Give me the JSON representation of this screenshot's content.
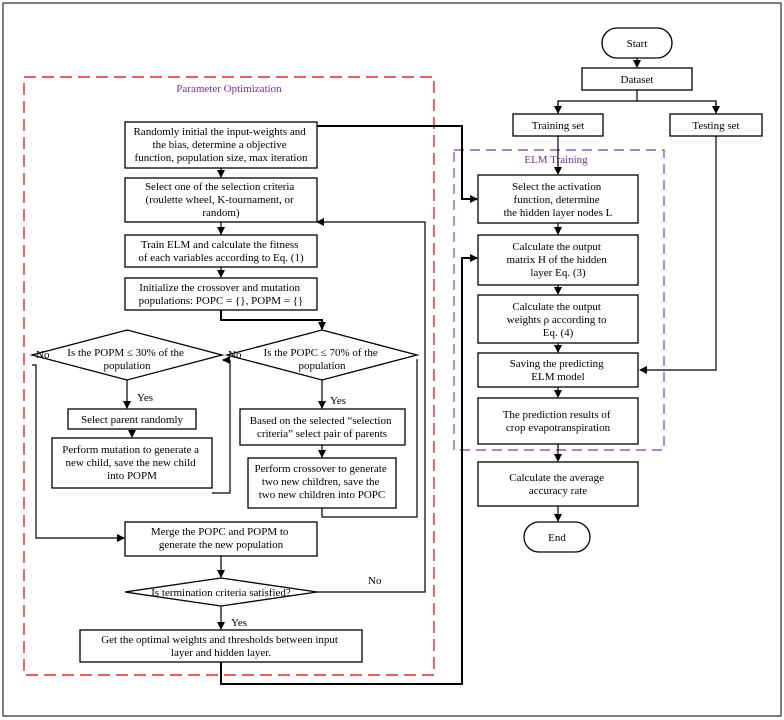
{
  "regions": {
    "parameter_optimization": "Parameter Optimization",
    "elm_training": "ELM Training"
  },
  "nodes": {
    "start": "Start",
    "dataset": "Dataset",
    "training_set": "Training set",
    "testing_set": "Testing set",
    "select_activation": [
      "Select the activation",
      "function, determine",
      "the hidden layer nodes L"
    ],
    "calc_output_matrix": [
      "Calculate the output",
      "matrix H of the hidden",
      "layer Eq. (3)"
    ],
    "calc_output_weights": [
      "Calculate the output",
      "weights ρ according to",
      "Eq. (4)"
    ],
    "saving_model": [
      "Saving the predicting",
      "ELM model"
    ],
    "prediction_results": [
      "The prediction results of",
      "crop evapotranspiration"
    ],
    "calc_accuracy": [
      "Calculate the average",
      "accuracy rate"
    ],
    "end": "End",
    "random_init": [
      "Randomly initial the input-weights and",
      "the bias, determine a objective",
      "function, population size, max iteration"
    ],
    "select_criteria": [
      "Select one of the selection criteria",
      "(roulette wheel,  K-tournament, or",
      "random)"
    ],
    "train_elm": [
      "Train ELM and calculate the fitness",
      "of each variables according to Eq. (1)"
    ],
    "init_crossover": [
      "Initialize the crossover and mutation",
      "populations: POPC = {}, POPM = {}"
    ],
    "popm_check": [
      "Is the POPM ≤ 30% of the",
      "population"
    ],
    "popc_check": [
      "Is the POPC ≤ 70% of the",
      "population"
    ],
    "select_parent_random": "Select parent randomly",
    "perform_mutation": [
      "Perform mutation to generate a",
      "new child, save the new child",
      "into POPM"
    ],
    "select_pair": [
      "Based on the selected “selection",
      "criteria” select pair of parents"
    ],
    "perform_crossover": [
      "Perform crossover to generate",
      "two new children, save the",
      "two new children into POPC"
    ],
    "merge": [
      "Merge the POPC and POPM to",
      "generate the new population"
    ],
    "termination_check": "Is termination criteria satisfied?",
    "get_optimal": [
      "Get the optimal weights and thresholds between input",
      "layer and hidden layer."
    ]
  },
  "labels": {
    "yes": "Yes",
    "no": "No"
  }
}
